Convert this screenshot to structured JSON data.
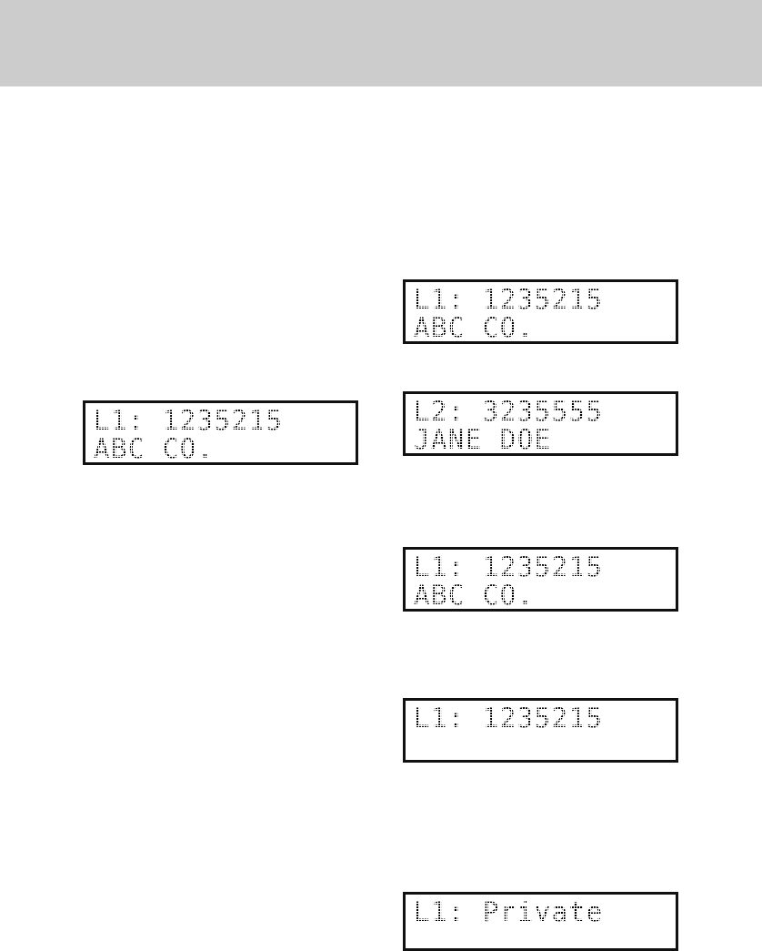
{
  "page": {
    "background_color": "#ffffff",
    "banner_color": "#cccccc"
  },
  "displays": [
    {
      "id": "caller-id-display-abc-co-top-right",
      "line1": "L1: 1235215",
      "line2": "ABC CO."
    },
    {
      "id": "caller-id-display-abc-co-left",
      "line1": "L1: 1235215",
      "line2": "ABC CO."
    },
    {
      "id": "caller-id-display-jane-doe",
      "line1": "L2: 3235555",
      "line2": "JANE DOE"
    },
    {
      "id": "caller-id-display-abc-co-middle-right",
      "line1": "L1: 1235215",
      "line2": "ABC CO."
    },
    {
      "id": "caller-id-display-number-only",
      "line1": "L1: 1235215",
      "line2": ""
    },
    {
      "id": "caller-id-display-private",
      "line1": "L1: Private",
      "line2": ""
    }
  ]
}
